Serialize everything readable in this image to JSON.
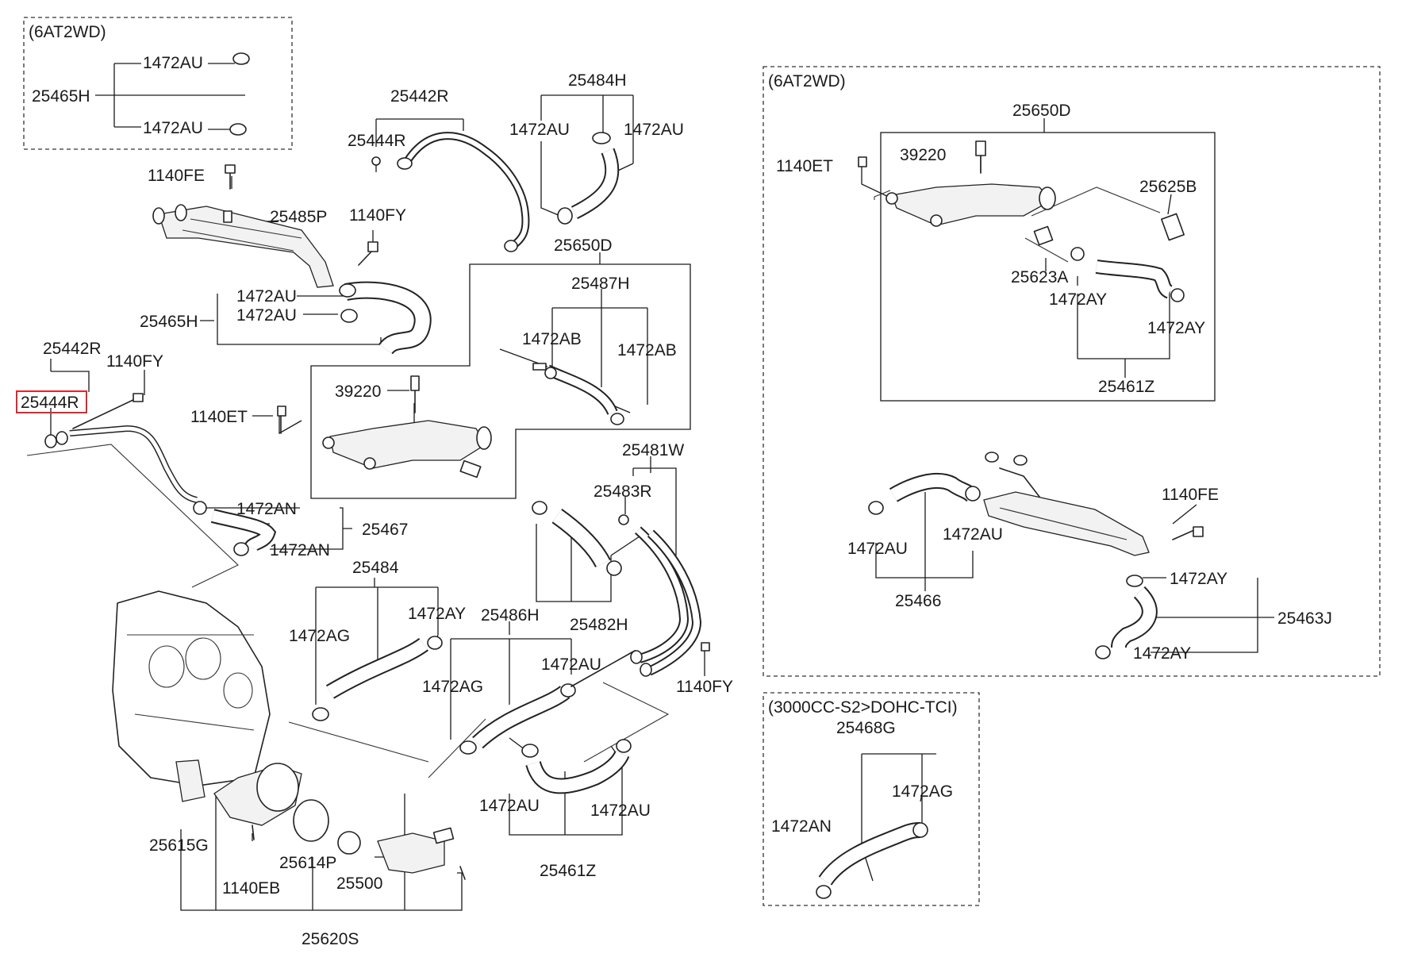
{
  "groups": {
    "top_left_box": "(6AT2WD)",
    "right_box": "(6AT2WD)",
    "bottom_right_box": "(3000CC-S2>DOHC-TCI)"
  },
  "highlighted_part": "25444R",
  "labels": {
    "l_25465H_a": "25465H",
    "l_1472AU_a": "1472AU",
    "l_1472AU_b": "1472AU",
    "l_25442R_a": "25442R",
    "l_25444R_a": "25444R",
    "l_25484H": "25484H",
    "l_1472AU_c": "1472AU",
    "l_1472AU_d": "1472AU",
    "l_1140FE_a": "1140FE",
    "l_25485P": "25485P",
    "l_1140FY_a": "1140FY",
    "l_25650D_a": "25650D",
    "l_1472AU_e": "1472AU",
    "l_25465H_b": "25465H",
    "l_1472AU_f": "1472AU",
    "l_25487H": "25487H",
    "l_1472AB_a": "1472AB",
    "l_1472AB_b": "1472AB",
    "l_25442R_b": "25442R",
    "l_1140FY_b": "1140FY",
    "l_25444R_b": "25444R",
    "l_39220_a": "39220",
    "l_1140ET_a": "1140ET",
    "l_25481W": "25481W",
    "l_25483R": "25483R",
    "l_1472AN_a": "1472AN",
    "l_25467": "25467",
    "l_1472AN_b": "1472AN",
    "l_25484": "25484",
    "l_1472AY_a": "1472AY",
    "l_1472AG_a": "1472AG",
    "l_25486H": "25486H",
    "l_25482H": "25482H",
    "l_1472AU_g": "1472AU",
    "l_1472AG_b": "1472AG",
    "l_1140FY_c": "1140FY",
    "l_1472AU_h": "1472AU",
    "l_1472AU_i": "1472AU",
    "l_25615G": "25615G",
    "l_25614P": "25614P",
    "l_1140EB": "1140EB",
    "l_25500": "25500",
    "l_25461Z_a": "25461Z",
    "l_25620S": "25620S",
    "l_25650D_b": "25650D",
    "l_1140ET_b": "1140ET",
    "l_39220_b": "39220",
    "l_25625B": "25625B",
    "l_25623A": "25623A",
    "l_1472AY_b": "1472AY",
    "l_1472AY_c": "1472AY",
    "l_25461Z_b": "25461Z",
    "l_1140FE_b": "1140FE",
    "l_1472AU_j": "1472AU",
    "l_1472AU_k": "1472AU",
    "l_25466": "25466",
    "l_1472AY_d": "1472AY",
    "l_25463J": "25463J",
    "l_1472AY_e": "1472AY",
    "l_25468G": "25468G",
    "l_1472AG_c": "1472AG",
    "l_1472AN_c": "1472AN"
  }
}
